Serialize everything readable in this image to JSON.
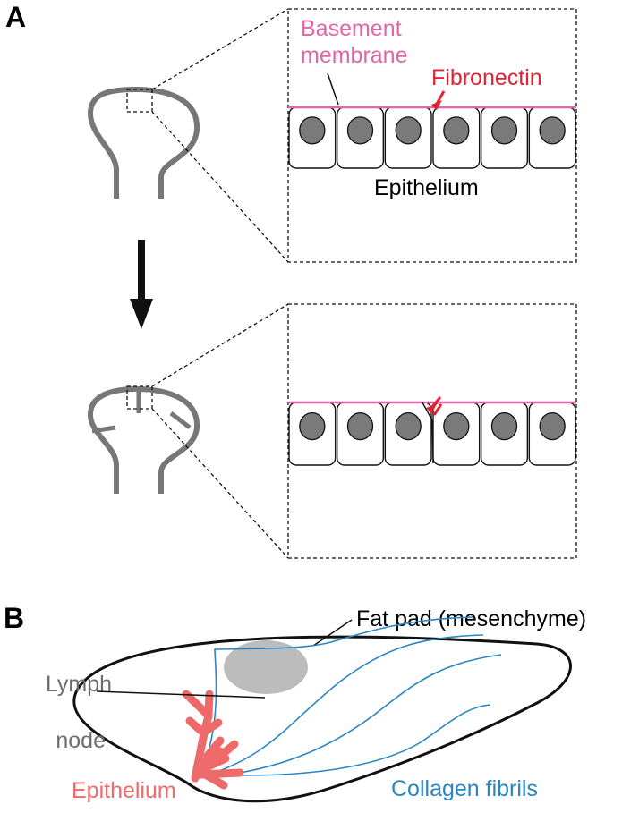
{
  "panel_a": {
    "label": "A",
    "labels": {
      "basement_membrane_line1": "Basement",
      "basement_membrane_line2": "membrane",
      "fibronectin": "Fibronectin",
      "epithelium": "Epithelium"
    },
    "cells_per_row": 6
  },
  "panel_b": {
    "label": "B",
    "labels": {
      "fat_pad": "Fat pad (mesenchyme)",
      "lymph_node_line1": "Lymph",
      "lymph_node_line2": "node",
      "epithelium": "Epithelium",
      "collagen_fibrils": "Collagen fibrils"
    }
  },
  "colors": {
    "basement_membrane": "#e066a8",
    "fibronectin": "#e02434",
    "epithelium_b": "#ee6a6a",
    "collagen": "#2a86c2",
    "lymph_node": "#bcbcbc",
    "lymph_label": "#6d6d6d",
    "outline_gray": "#777777",
    "nucleus": "#7a7a7a",
    "stroke": "#111111"
  }
}
